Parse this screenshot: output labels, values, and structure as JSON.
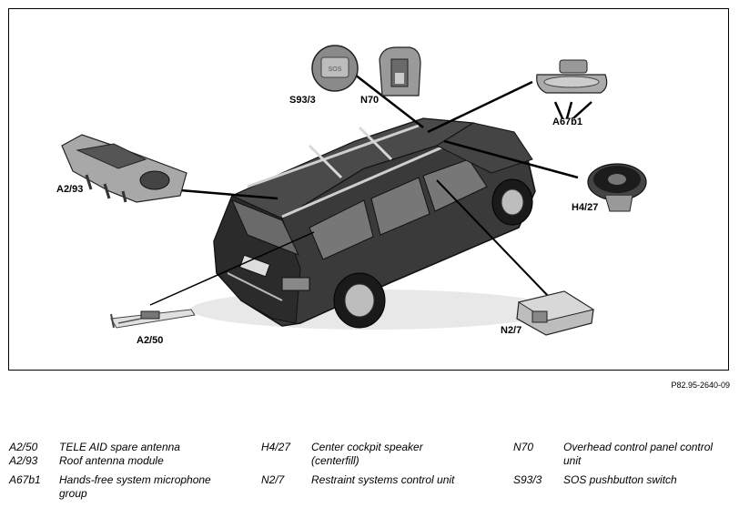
{
  "callouts": {
    "s93_3": "S93/3",
    "n70": "N70",
    "a67b1": "A67b1",
    "a2_93": "A2/93",
    "h4_27": "H4/27",
    "a2_50": "A2/50",
    "n2_7": "N2/7",
    "sos_label": "SOS"
  },
  "figure_ref": "P82.95-2640-09",
  "legend": [
    {
      "code": "A2/50",
      "desc": "TELE AID spare antenna"
    },
    {
      "code": "A2/93",
      "desc": "Roof antenna module"
    },
    {
      "code": "A67b1",
      "desc": "Hands-free system microphone group"
    },
    {
      "code": "H4/27",
      "desc": "Center cockpit speaker (centerfill)"
    },
    {
      "code": "N2/7",
      "desc": "Restraint systems control unit"
    },
    {
      "code": "N70",
      "desc": "Overhead control panel control unit"
    },
    {
      "code": "S93/3",
      "desc": "SOS pushbutton switch"
    }
  ]
}
